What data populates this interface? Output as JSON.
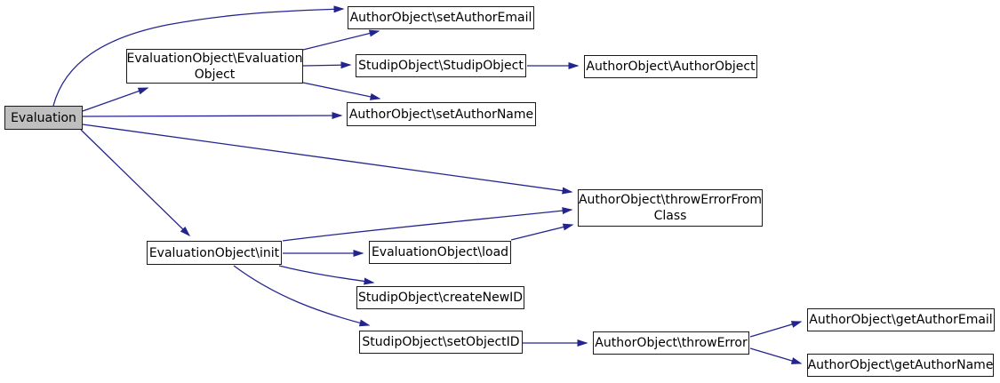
{
  "diagram": {
    "kind": "doxygen-call-graph",
    "root_function": "Evaluation"
  },
  "colors": {
    "edge-color": "#24248f",
    "node-fill": "#ffffff",
    "node-border": "#1a1a1a",
    "highlight-fill": "#bfbfbf",
    "background": "#ffffff",
    "text-color": "#000000"
  },
  "nodes": [
    {
      "id": "evaluation",
      "label": "Evaluation",
      "highlighted": true
    },
    {
      "id": "evaluation-object-constructor",
      "label": "EvaluationObject\\Evaluation\nObject",
      "highlighted": false
    },
    {
      "id": "set-author-email",
      "label": "AuthorObject\\setAuthorEmail",
      "highlighted": false
    },
    {
      "id": "studip-object-constructor",
      "label": "StudipObject\\StudipObject",
      "highlighted": false
    },
    {
      "id": "author-object-constructor",
      "label": "AuthorObject\\AuthorObject",
      "highlighted": false
    },
    {
      "id": "set-author-name",
      "label": "AuthorObject\\setAuthorName",
      "highlighted": false
    },
    {
      "id": "throw-error-from-class",
      "label": "AuthorObject\\throwErrorFrom\nClass",
      "highlighted": false
    },
    {
      "id": "init",
      "label": "EvaluationObject\\init",
      "highlighted": false
    },
    {
      "id": "load",
      "label": "EvaluationObject\\load",
      "highlighted": false
    },
    {
      "id": "create-new-id",
      "label": "StudipObject\\createNewID",
      "highlighted": false
    },
    {
      "id": "set-object-id",
      "label": "StudipObject\\setObjectID",
      "highlighted": false
    },
    {
      "id": "throw-error",
      "label": "AuthorObject\\throwError",
      "highlighted": false
    },
    {
      "id": "get-author-email",
      "label": "AuthorObject\\getAuthorEmail",
      "highlighted": false
    },
    {
      "id": "get-author-name",
      "label": "AuthorObject\\getAuthorName",
      "highlighted": false
    }
  ],
  "edges": [
    {
      "from": "evaluation",
      "to": "set-author-email"
    },
    {
      "from": "evaluation",
      "to": "evaluation-object-constructor"
    },
    {
      "from": "evaluation",
      "to": "set-author-name"
    },
    {
      "from": "evaluation",
      "to": "throw-error-from-class"
    },
    {
      "from": "evaluation",
      "to": "init"
    },
    {
      "from": "evaluation-object-constructor",
      "to": "set-author-email"
    },
    {
      "from": "evaluation-object-constructor",
      "to": "studip-object-constructor"
    },
    {
      "from": "evaluation-object-constructor",
      "to": "set-author-name"
    },
    {
      "from": "studip-object-constructor",
      "to": "author-object-constructor"
    },
    {
      "from": "init",
      "to": "throw-error-from-class"
    },
    {
      "from": "init",
      "to": "load"
    },
    {
      "from": "init",
      "to": "create-new-id"
    },
    {
      "from": "init",
      "to": "set-object-id"
    },
    {
      "from": "load",
      "to": "throw-error-from-class"
    },
    {
      "from": "set-object-id",
      "to": "throw-error"
    },
    {
      "from": "throw-error",
      "to": "get-author-email"
    },
    {
      "from": "throw-error",
      "to": "get-author-name"
    }
  ]
}
